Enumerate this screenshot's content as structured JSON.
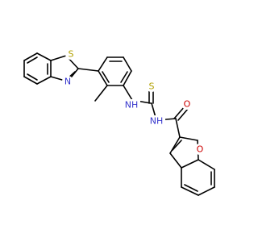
{
  "molecule": {
    "atoms": [
      {
        "id": "S1",
        "symbol": "S",
        "color": "#b2a100"
      },
      {
        "id": "N1",
        "symbol": "N",
        "color": "#3333cc"
      },
      {
        "id": "NH1",
        "symbol": "NH",
        "color": "#3333cc"
      },
      {
        "id": "S2",
        "symbol": "S",
        "color": "#b2a100"
      },
      {
        "id": "NH2",
        "symbol": "NH",
        "color": "#3333cc"
      },
      {
        "id": "O1",
        "symbol": "O",
        "color": "#cc0000"
      },
      {
        "id": "O2",
        "symbol": "O",
        "color": "#cc0000"
      }
    ]
  }
}
